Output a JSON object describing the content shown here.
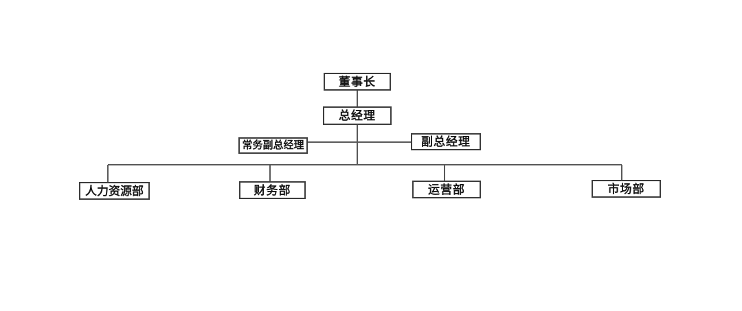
{
  "org_chart": {
    "title": "company-organization-chart",
    "nodes": {
      "chairman": {
        "label": "董事长"
      },
      "general_manager": {
        "label": "总经理"
      },
      "exec_deputy_gm": {
        "label": "常务副总经理"
      },
      "deputy_gm": {
        "label": "副总经理"
      },
      "hr_dept": {
        "label": "人力资源部"
      },
      "finance_dept": {
        "label": "财务部"
      },
      "operations_dept": {
        "label": "运营部"
      },
      "marketing_dept": {
        "label": "市场部"
      }
    },
    "edges": [
      {
        "from": "chairman",
        "to": "general_manager"
      },
      {
        "from": "general_manager",
        "to": "exec_deputy_gm"
      },
      {
        "from": "general_manager",
        "to": "deputy_gm"
      },
      {
        "from": "general_manager",
        "to": "hr_dept"
      },
      {
        "from": "general_manager",
        "to": "finance_dept"
      },
      {
        "from": "general_manager",
        "to": "operations_dept"
      },
      {
        "from": "general_manager",
        "to": "marketing_dept"
      }
    ],
    "colors": {
      "background": "#ffffff",
      "line": "#595959",
      "box_border": "#3d3d3d",
      "text": "#161616"
    }
  }
}
